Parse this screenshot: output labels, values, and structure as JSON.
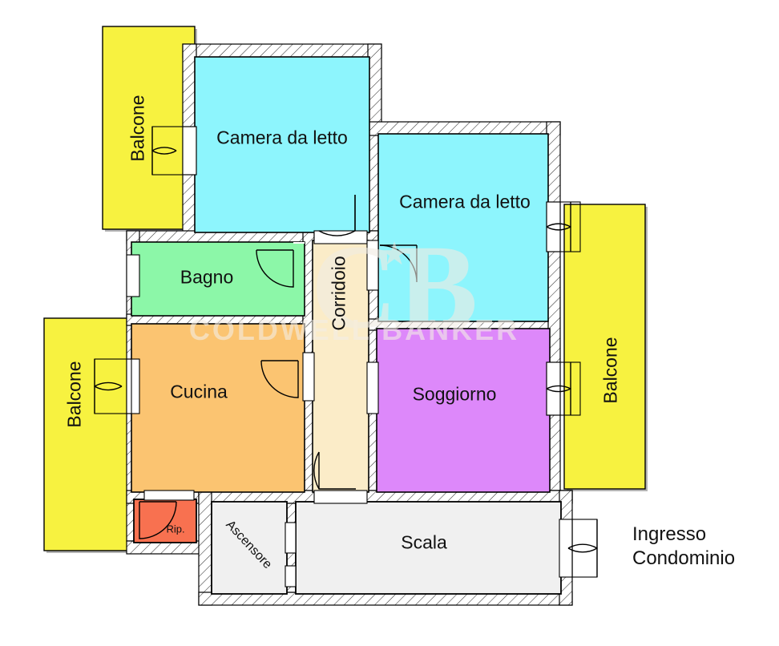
{
  "document": {
    "kind": "floor-plan",
    "language": "it",
    "background_color": "#ffffff"
  },
  "palette": {
    "bedroom": "#8DF5FD",
    "bathroom": "#8CF7A8",
    "kitchen": "#FBC471",
    "living": "#DD88FA",
    "corridor": "#FBECC8",
    "balcony": "#F7F240",
    "storage": "#F87150",
    "common": "#F0F0F0",
    "wall_fill": "#FFFFFF",
    "wall_stroke": "#000000",
    "hatch_stroke": "#555555",
    "shadow": "#B4B4B4",
    "text": "#111111",
    "watermark": "#F3ECE2"
  },
  "watermark": {
    "brand": "COLDWELL BANKER",
    "monogram": "CB",
    "star_glyph": "★"
  },
  "rooms": [
    {
      "key": "camera-da-letto-1",
      "label": "Camera da letto",
      "color_key": "bedroom",
      "rotation": 0
    },
    {
      "key": "camera-da-letto-2",
      "label": "Camera da letto",
      "color_key": "bedroom",
      "rotation": 0
    },
    {
      "key": "bagno",
      "label": "Bagno",
      "color_key": "bathroom",
      "rotation": 0
    },
    {
      "key": "corridoio",
      "label": "Corridoio",
      "color_key": "corridor",
      "rotation": -90
    },
    {
      "key": "cucina",
      "label": "Cucina",
      "color_key": "kitchen",
      "rotation": 0
    },
    {
      "key": "soggiorno",
      "label": "Soggiorno",
      "color_key": "living",
      "rotation": 0
    },
    {
      "key": "ripostiglio",
      "label": "Rip.",
      "color_key": "storage",
      "rotation": 0
    },
    {
      "key": "ascensore",
      "label": "Ascensore",
      "color_key": "common",
      "rotation": 47
    },
    {
      "key": "scala",
      "label": "Scala",
      "color_key": "common",
      "rotation": 0
    }
  ],
  "balconies": [
    {
      "key": "balcone-nord-ovest",
      "label": "Balcone",
      "rotation": -90
    },
    {
      "key": "balcone-ovest",
      "label": "Balcone",
      "rotation": -90
    },
    {
      "key": "balcone-est",
      "label": "Balcone",
      "rotation": -90
    }
  ],
  "annotations": {
    "ingresso_line1": "Ingresso",
    "ingresso_line2": "Condominio"
  },
  "labels": {
    "camera1": "Camera da letto",
    "camera2": "Camera da letto",
    "bagno": "Bagno",
    "corridoio": "Corridoio",
    "cucina": "Cucina",
    "soggiorno": "Soggiorno",
    "rip": "Rip.",
    "ascensore": "Ascensore",
    "scala": "Scala",
    "balcone_nw": "Balcone",
    "balcone_w": "Balcone",
    "balcone_e": "Balcone"
  }
}
